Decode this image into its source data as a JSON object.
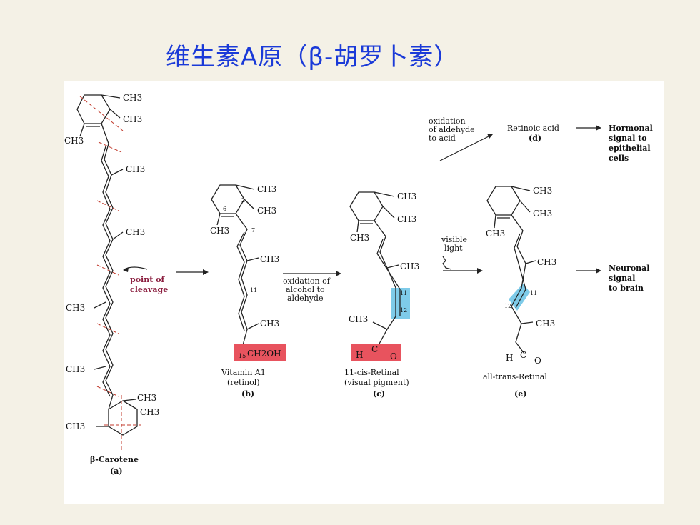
{
  "title": "维生素A原（β-胡罗卜素）",
  "colors": {
    "title": "#1a3ad8",
    "highlight_red": "#e8535e",
    "highlight_blue": "#7ecbe9",
    "cleavage": "#8b1e3f"
  },
  "diagram": {
    "ch3": "CH3",
    "carotene_name": "β-Carotene",
    "label_a": "(a)",
    "point_of_cleavage_line1": "point of",
    "point_of_cleavage_line2": "cleavage",
    "ring_num_6": "6",
    "ring_num_2": "2",
    "num_7": "7",
    "num_11": "11",
    "num_15": "15",
    "ch2oh": "CH2OH",
    "vitamin_name": "Vitamin A1",
    "vitamin_sub": "(retinol)",
    "label_b": "(b)",
    "oxidation_alcohol_line1": "oxidation of",
    "oxidation_alcohol_line2": "alcohol to",
    "oxidation_alcohol_line3": "aldehyde",
    "cis_num_11": "11",
    "cis_num_12": "12",
    "cis_name": "11-cis-Retinal",
    "cis_sub": "(visual pigment)",
    "label_c": "(c)",
    "visible_light_line1": "visible",
    "visible_light_line2": "light",
    "oxidation_aldehyde_line1": "oxidation",
    "oxidation_aldehyde_line2": "of aldehyde",
    "oxidation_aldehyde_line3": "to acid",
    "retinoic_acid": "Retinoic acid",
    "label_d": "(d)",
    "hormonal_line1": "Hormonal",
    "hormonal_line2": "signal to",
    "hormonal_line3": "epithelial",
    "hormonal_line4": "cells",
    "trans_num_11": "11",
    "trans_num_12": "12",
    "h_atom": "H",
    "o_atom": "O",
    "c_atom": "C",
    "trans_name": "all-trans-Retinal",
    "label_e": "(e)",
    "neuronal_line1": "Neuronal",
    "neuronal_line2": "signal",
    "neuronal_line3": "to brain"
  }
}
